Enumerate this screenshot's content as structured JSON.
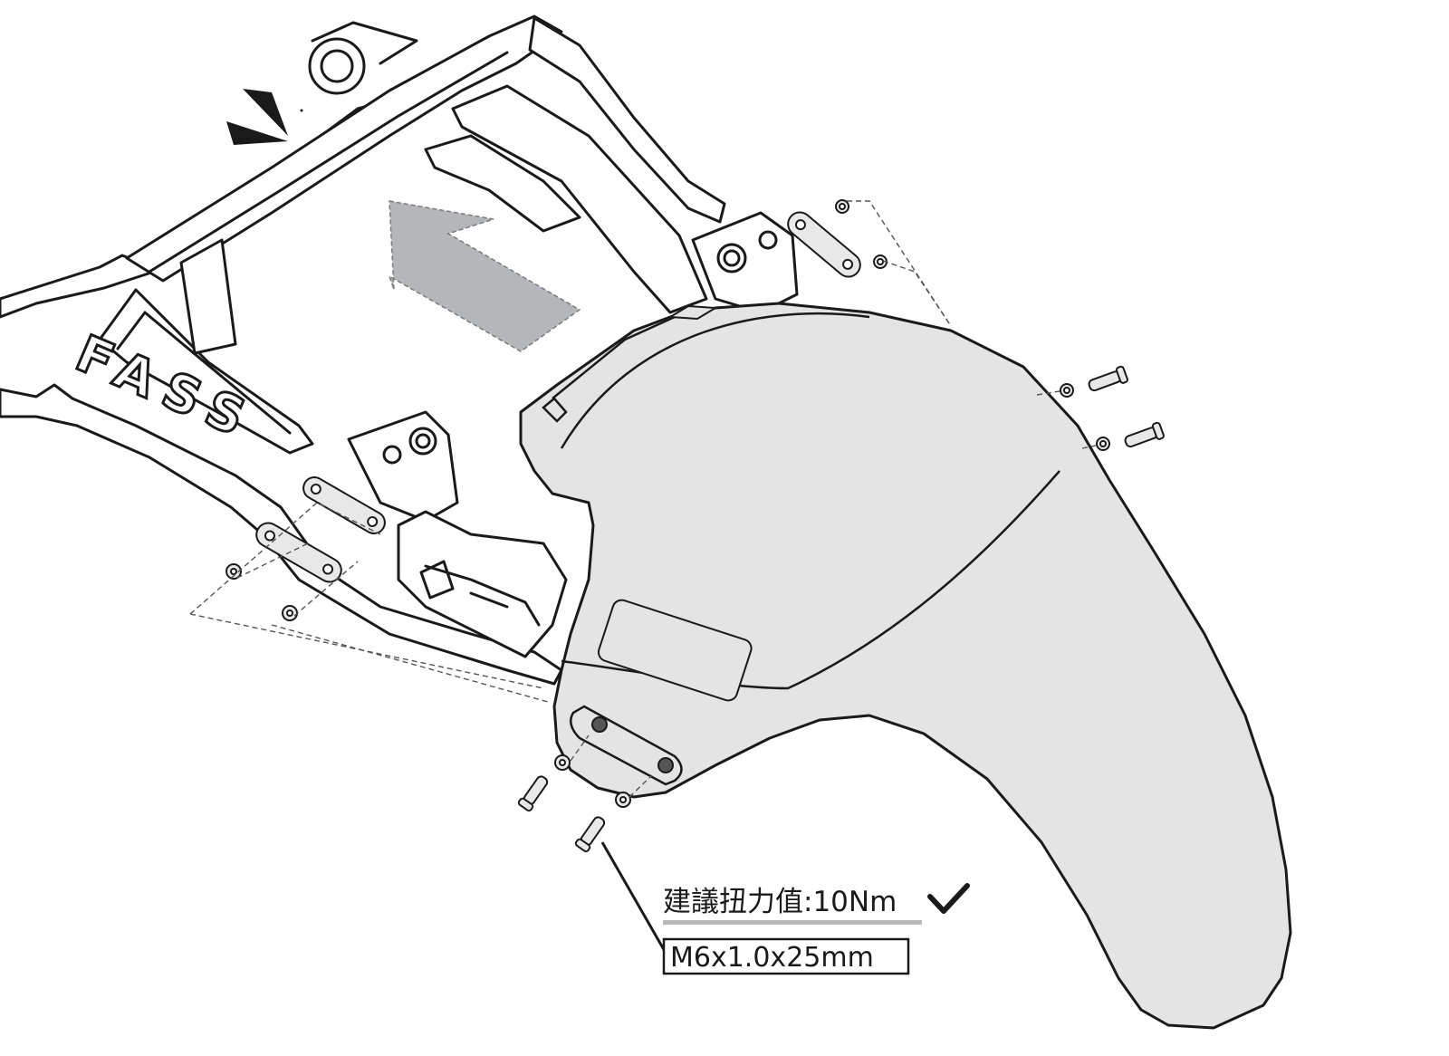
{
  "torque": {
    "label": "建議扭力值:10Nm",
    "check_icon": "checkmark-icon",
    "underline_color": "#b8b8b8"
  },
  "spec": {
    "label": "M6x1.0x25mm"
  },
  "logo": {
    "text": "FASS"
  },
  "colors": {
    "fender_fill": "#e4e4e4",
    "arrow_fill": "#b5b6b9",
    "line": "#1a1a1a"
  },
  "icons": {
    "direction_arrow": "install-direction-arrow-icon",
    "attention": "attention-mark-icon"
  }
}
